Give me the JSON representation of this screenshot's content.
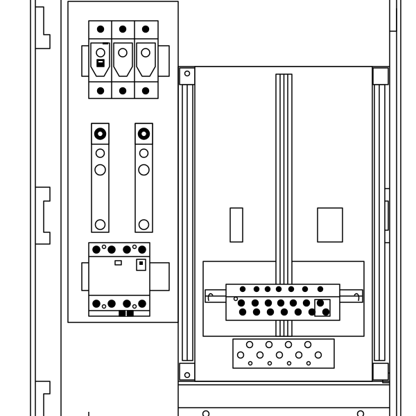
{
  "drawing": {
    "title": "",
    "stroke_color": "#000000",
    "fill_color": "#ffffff",
    "components": [
      {
        "id": "cabinet-enclosure",
        "type": "enclosure"
      },
      {
        "id": "left-mounting-plate",
        "type": "plate"
      },
      {
        "id": "fuse-switch-disconnector",
        "type": "3-pole fuse switch"
      },
      {
        "id": "busbar-link-left",
        "type": "busbar link"
      },
      {
        "id": "busbar-link-right",
        "type": "busbar link"
      },
      {
        "id": "modular-contactor",
        "type": "4-pole contactor"
      },
      {
        "id": "right-compartment",
        "type": "compartment"
      },
      {
        "id": "vertical-din-channel",
        "type": "DIN channel"
      },
      {
        "id": "terminal-block-upper",
        "type": "terminal block"
      },
      {
        "id": "terminal-block-lower",
        "type": "terminal block"
      },
      {
        "id": "bottom-gland-plate",
        "type": "gland plate"
      }
    ]
  }
}
